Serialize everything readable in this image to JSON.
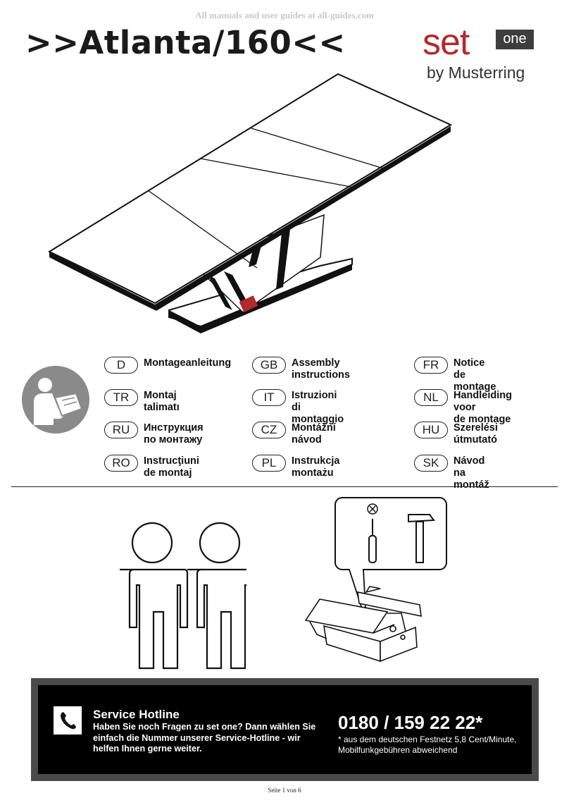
{
  "watermark": "All manuals and user guides at all-guides.com",
  "title": ">>Atlanta/160<<",
  "brand": {
    "set": "set",
    "one": "one",
    "by": "by Musterring",
    "color": "#b22a2e"
  },
  "languages": [
    {
      "code": "D",
      "label": "Montageanleitung"
    },
    {
      "code": "GB",
      "label": "Assembly instructions"
    },
    {
      "code": "FR",
      "label": "Notice de montage"
    },
    {
      "code": "TR",
      "label": "Montaj talimatı"
    },
    {
      "code": "IT",
      "label": "Istruzioni di\nmontaggio"
    },
    {
      "code": "NL",
      "label": "Handleiding voor\nde montage"
    },
    {
      "code": "RU",
      "label": "Инструкция\nпо монтажу"
    },
    {
      "code": "CZ",
      "label": "Montážní návod"
    },
    {
      "code": "HU",
      "label": "Szerelési útmutató"
    },
    {
      "code": "RO",
      "label": "Instrucţiuni\nde montaj"
    },
    {
      "code": "PL",
      "label": "Instrukcja montażu"
    },
    {
      "code": "SK",
      "label": "Návod na montáž"
    }
  ],
  "hotline": {
    "title": "Service Hotline",
    "text": "Haben Sie noch Fragen zu set one? Dann wählen Sie einfach die Nummer unserer Service-Hotline - wir helfen Ihnen gerne weiter.",
    "phone": "0180 / 159 22 22*",
    "note": "* aus dem deutschen Festnetz 5,8 Cent/Minute, Mobilfunkgebühren abweichend"
  },
  "footer": "Seite 1 von 6",
  "icons": [
    "reading-manual-icon",
    "person-icon",
    "screwdriver-icon",
    "hammer-icon",
    "toolbox-icon",
    "phone-icon",
    "no-screwdriver-icon"
  ]
}
